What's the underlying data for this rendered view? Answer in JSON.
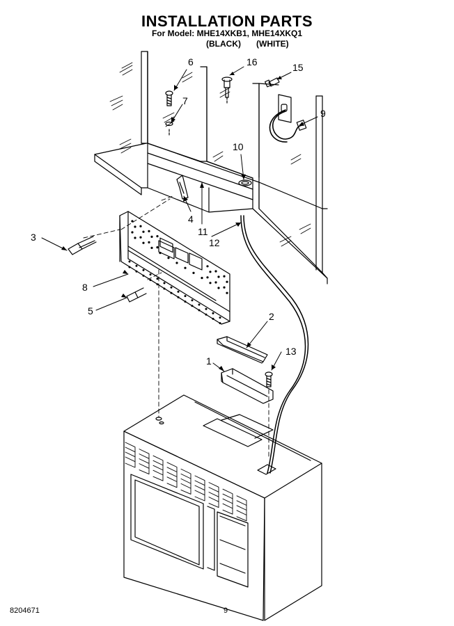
{
  "title": "INSTALLATION PARTS",
  "model_line": "For Model: MHE14XKB1, MHE14XKQ1",
  "color_labels": [
    "(BLACK)",
    "(WHITE)"
  ],
  "callouts": [
    "6",
    "16",
    "15",
    "7",
    "9",
    "10",
    "4",
    "11",
    "3",
    "12",
    "8",
    "5",
    "2",
    "13",
    "1"
  ],
  "footer_left": "8204671",
  "footer_page": "9"
}
